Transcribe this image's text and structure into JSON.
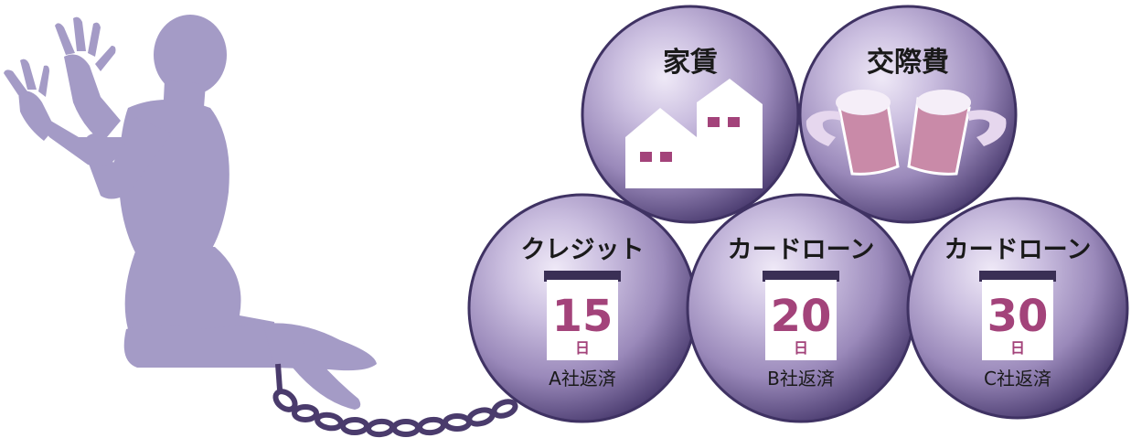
{
  "colors": {
    "silhouette": "#a49bc6",
    "ball_fill": "#8a79ad",
    "ball_edge": "#4a3b6c",
    "accent": "#a3437a"
  },
  "balls": {
    "rent": {
      "label": "家賃",
      "icon": "houses-icon"
    },
    "social": {
      "label": "交際費",
      "icon": "beer-mugs-icon"
    },
    "credit": {
      "label": "クレジット",
      "day": "15",
      "day_unit": "日",
      "repay": "A社返済"
    },
    "loan_b": {
      "label": "カードローン",
      "day": "20",
      "day_unit": "日",
      "repay": "B社返済"
    },
    "loan_c": {
      "label": "カードローン",
      "day": "30",
      "day_unit": "日",
      "repay": "C社返済"
    }
  },
  "figure": {
    "icon": "kneeling-man-silhouette",
    "chain_icon": "chain-icon"
  }
}
